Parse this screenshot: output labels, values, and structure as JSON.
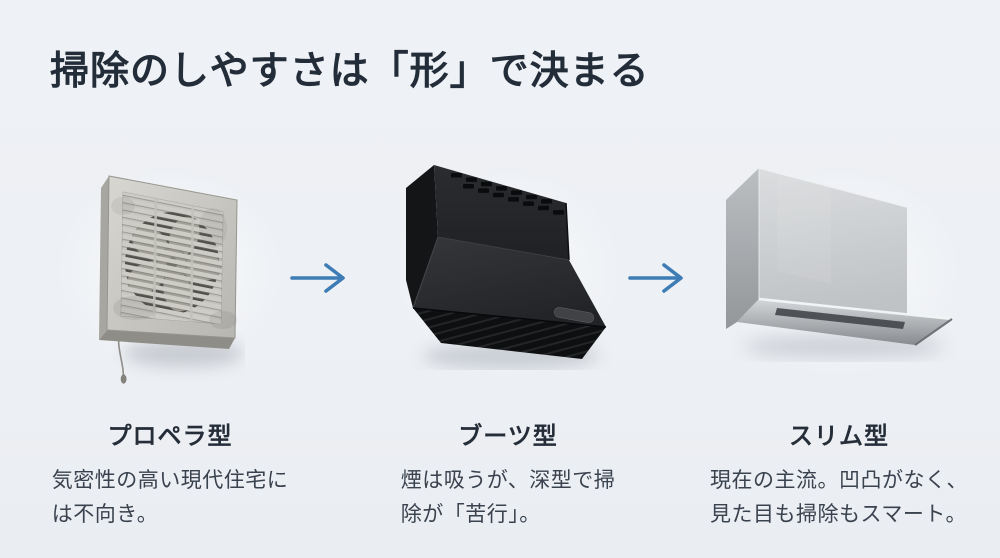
{
  "header": {
    "title": "掃除のしやすさは「形」で決まる"
  },
  "columns": [
    {
      "id": "propeller",
      "image": "propeller-fan",
      "label": "プロペラ型",
      "description": "気密性の高い現代住宅に\nは不向き。"
    },
    {
      "id": "boots",
      "image": "boots-range-hood",
      "label": "ブーツ型",
      "description": "煙は吸うが、深型で掃\n除が「苦行」。"
    },
    {
      "id": "slim",
      "image": "slim-range-hood",
      "label": "スリム型",
      "description": "現在の主流。凹凸がなく、\n見た目も掃除もスマート。"
    }
  ],
  "flow": {
    "arrow_icon": "right-arrow",
    "arrow_count": 2
  },
  "colors": {
    "background": "#edf0f4",
    "title_text": "#232d39",
    "body_text": "#39424e",
    "arrow": "#3d7cb5",
    "boots_hood": "#232528",
    "slim_hood": "#c9ccce",
    "propeller_frame": "#c9c8c2"
  }
}
